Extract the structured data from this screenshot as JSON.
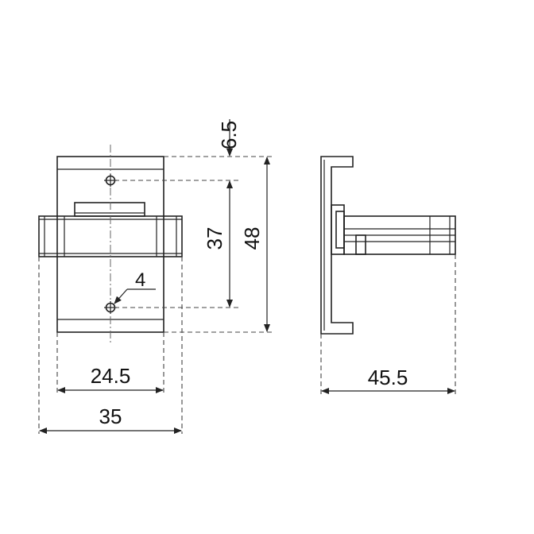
{
  "dimensions": {
    "top_offset": "6.5",
    "hole_spacing": "37",
    "overall_height": "48",
    "hole_diameter": "4",
    "inner_width": "24.5",
    "outer_width": "35",
    "depth": "45.5"
  }
}
